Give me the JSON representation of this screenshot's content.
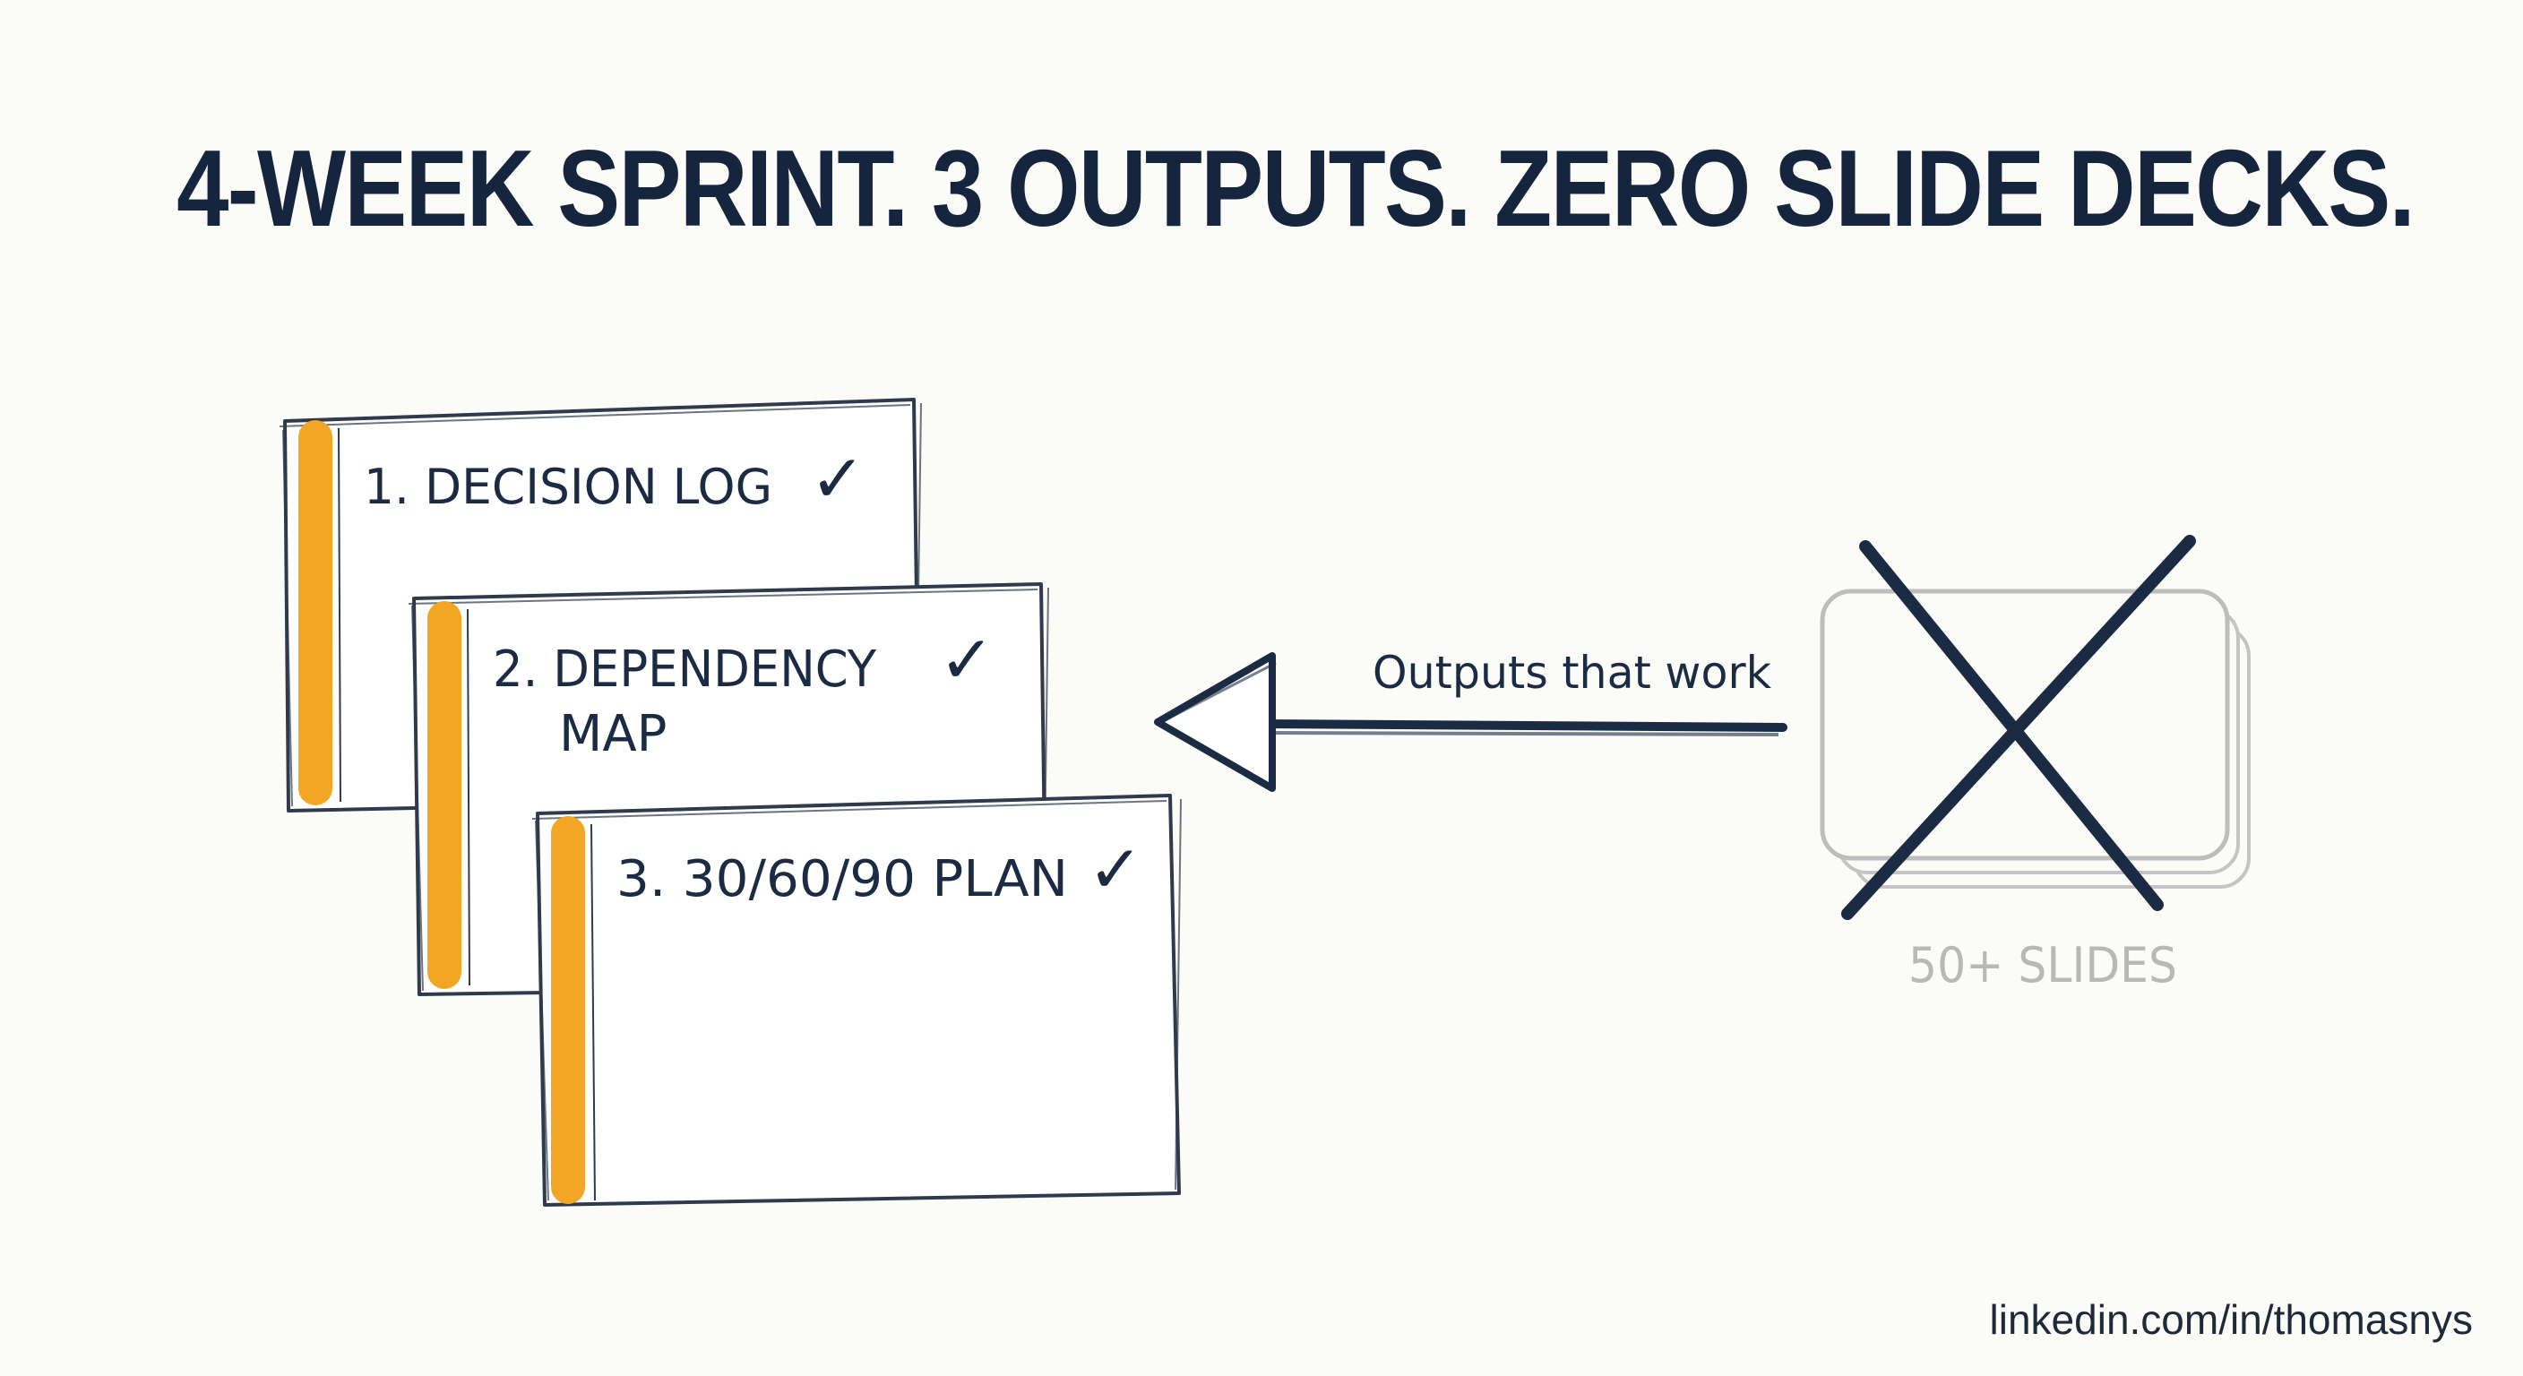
{
  "headline": "4-WEEK SPRINT. 3 OUTPUTS. ZERO SLIDE DECKS.",
  "outputs": [
    {
      "line1": "1. DECISION LOG",
      "line2": "",
      "check": "✓"
    },
    {
      "line1": "2. DEPENDENCY",
      "line2": "MAP",
      "check": "✓"
    },
    {
      "line1": "3. 30/60/90 PLAN",
      "line2": "",
      "check": "✓"
    }
  ],
  "arrow_label": "Outputs that work",
  "deck_label": "50+ SLIDES",
  "footer_link": "linkedin.com/in/thomasnys",
  "colors": {
    "ink": "#1b2b44",
    "accent": "#f2a623",
    "muted": "#b8b8b8",
    "background": "#fbfbf8"
  }
}
